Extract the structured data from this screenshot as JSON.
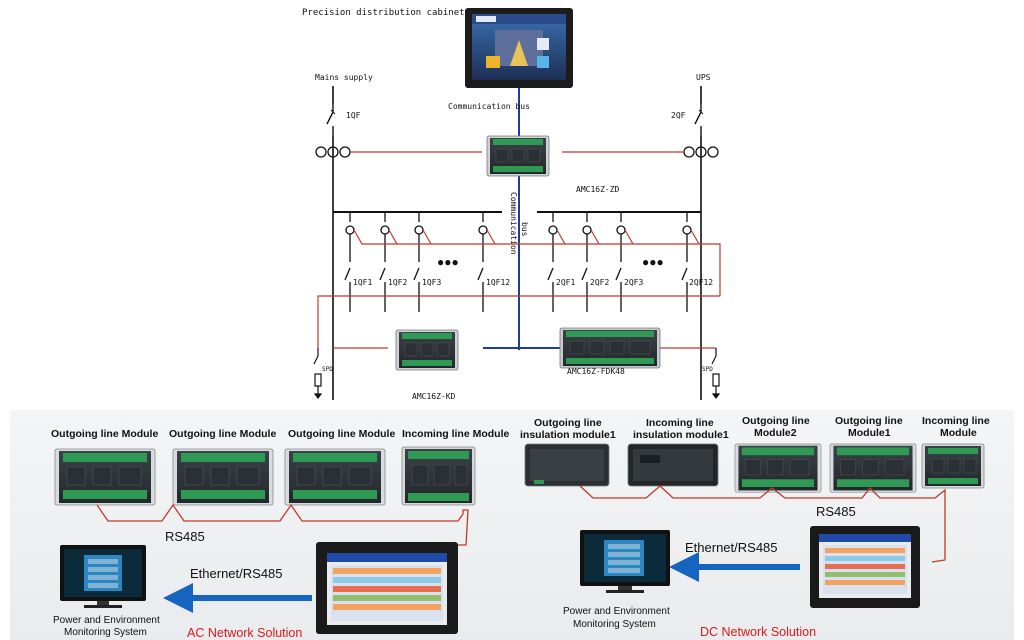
{
  "top": {
    "cabinet_title": "Precision distribution cabinet",
    "mains_label": "Mains supply",
    "ups_label": "UPS",
    "comm_bus_label": "Communication bus",
    "comm_bus_vertical_1": "Communication",
    "comm_bus_vertical_2": "bus",
    "breaker_1qf": "1QF",
    "breaker_2qf": "2QF",
    "module_zd": "AMC16Z-ZD",
    "module_kd": "AMC16Z-KD",
    "module_fdk": "AMC16Z-FDK48",
    "ellipsis": "●●●",
    "left_feeders": [
      "1QF1",
      "1QF2",
      "1QF3",
      "1QF12"
    ],
    "right_feeders": [
      "2QF1",
      "2QF2",
      "2QF3",
      "2QF12"
    ],
    "spd_left": "SPD",
    "spd_right": "SPD"
  },
  "ac": {
    "modules": [
      "Outgoing line Module",
      "Outgoing line Module",
      "Outgoing line Module",
      "Incoming line Module"
    ],
    "rs485_label": "RS485",
    "ethernet_label": "Ethernet/RS485",
    "pe_line1": "Power and Environment",
    "pe_line2": "Monitoring System",
    "solution": "AC Network Solution"
  },
  "dc": {
    "modules": [
      {
        "line1": "Outgoing line",
        "line2": "insulation module1"
      },
      {
        "line1": "Incoming line",
        "line2": "insulation module1"
      },
      {
        "line1": "Outgoing line",
        "line2": "Module2"
      },
      {
        "line1": "Outgoing line",
        "line2": "Module1"
      },
      {
        "line1": "Incoming line",
        "line2": "Module"
      }
    ],
    "rs485_label": "RS485",
    "ethernet_label": "Ethernet/RS485",
    "pe_line1": "Power and Environment",
    "pe_line2": "Monitoring System",
    "solution": "DC Network Solution"
  },
  "colors": {
    "red_line": "#c0392b",
    "blue_bus": "#1f3c9c",
    "arrow_blue": "#1565c0",
    "solution_red": "#d81b1b"
  },
  "icons": {
    "hmi": "touchscreen-hmi-icon",
    "module": "din-rail-module-icon",
    "monitor": "monitor-icon"
  }
}
